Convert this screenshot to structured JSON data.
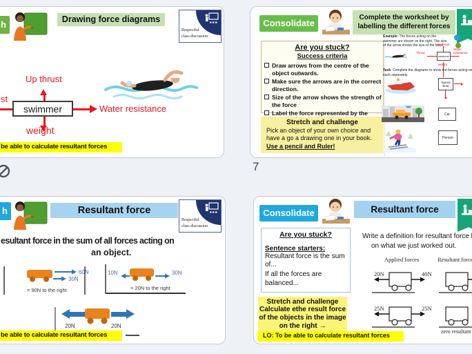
{
  "strip": {
    "slide_number": "7"
  },
  "colors": {
    "green": "#68BD4A",
    "light_green": "#C5E0B3",
    "blue": "#1FA7E0",
    "light_blue": "#A6D3F0",
    "yellow": "#FFFF00",
    "pale_yellow": "#F7F0A0",
    "red": "#E8191C",
    "orange": "#E8831E",
    "navy": "#20356E",
    "teal": "#17A578",
    "force_arrow_blue": "#2E75B6"
  },
  "tl": {
    "tab": "h",
    "title": "Drawing force diagrams",
    "badge1": "Respectful",
    "badge2": "class discussion",
    "up": "Up thrust",
    "left_partial": "st",
    "center": "swimmer",
    "right": "Water resistance",
    "down": "weight",
    "lo": "be able to calculate resultant forces"
  },
  "tr": {
    "tag": "Consolidate",
    "title1": "Complete the worksheet by",
    "title2": "labelling the different forces",
    "stuck_heading": "Are you stuck?",
    "stuck_sub": "Success criteria",
    "items": [
      "Draw arrows from the centre of the object outwards.",
      "Make sure the arrows are in the correct direction.",
      "Size of the arrow shows the strength of the force",
      "Label the force represented by the arrow."
    ],
    "stretch_heading": "Stretch and challenge",
    "stretch_body": "Pick an object of your own choice and have a go a drawing one in your book.",
    "stretch_emph": "Use a pencil and Ruler!",
    "ws": {
      "example_label": "Example:",
      "example_text": " The forces acting on the swimmer are shown on the right. The size of the arrow shows the size of the force.",
      "task_label": "Task:",
      "task_text": " Complete the diagrams to show the forces acting on each separately.",
      "up": "Up thrust",
      "left": "Thrust",
      "center": "swimmer",
      "right1": "Water",
      "right2": "resistance",
      "down": "weight",
      "box1": "Speed Boat",
      "box2": "Car",
      "box3": "Person"
    }
  },
  "bl": {
    "tab": "h",
    "title": "Resultant force",
    "badge1": "Respectful",
    "badge2": "class discussion",
    "def1": "esultant force in the sum of all forces acting on",
    "def2": "an object.",
    "ex1": {
      "a": "60N",
      "b": "30N",
      "result": "= 90N to the right"
    },
    "ex2": {
      "left": "10N",
      "right": "30N",
      "result": "= 20N to the right"
    },
    "ex3": {
      "left": "20N",
      "right": "20N"
    },
    "lo": "be able to calculate resultant forces"
  },
  "br": {
    "tag": "Consolidate",
    "title": "Resultant force",
    "stuck_heading": "Are you stuck?",
    "stuck_sub": "Sentence starters:",
    "line1": "Resultant force is the sum of...",
    "line2": "If all the forces are balanced...",
    "stretch_heading": "Stretch and challenge",
    "stretch_body1": "Calculate ethe result force",
    "stretch_body2": "of the objects in the image",
    "stretch_body3": "on the right →",
    "lo": "LO: To be able to calculate resultant forces",
    "prompt1": "Write a definition for resultant force b",
    "prompt2": "on what we just worked out.",
    "col1": "Applied forces",
    "col2": "Resultant force",
    "r1_left": "20N",
    "r1_right": "40N",
    "r2_left": "25N",
    "r2_right": "25N",
    "zero": "zero resultant"
  }
}
